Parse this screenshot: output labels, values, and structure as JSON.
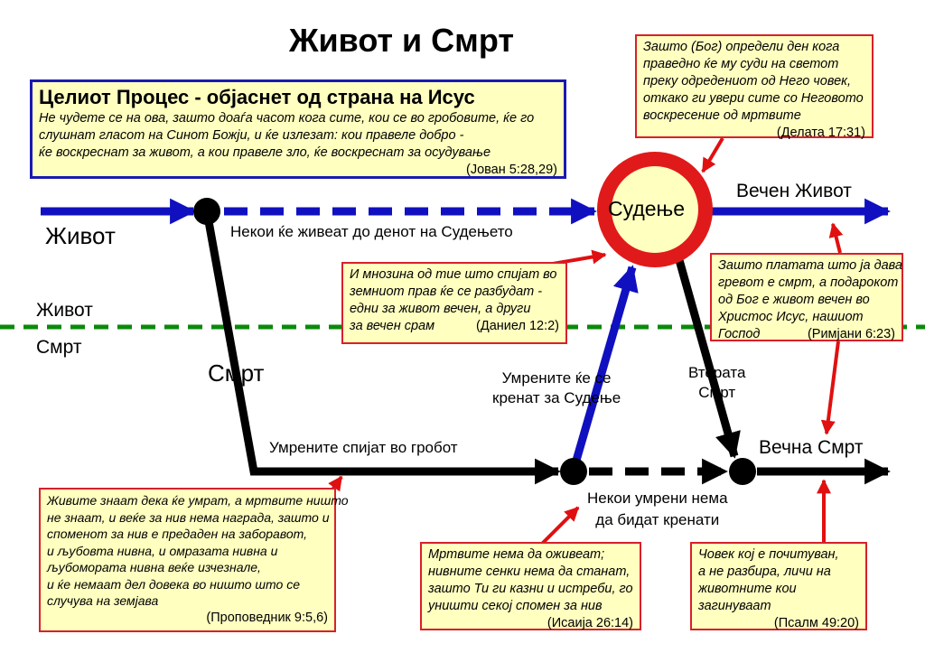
{
  "title": "Живот и Смрт",
  "colors": {
    "life": "#1010c0",
    "death": "#000000",
    "boundary": "#0a8a0a",
    "callout": "#e01010",
    "box_fill": "#ffffc0"
  },
  "main_box": {
    "heading": "Целиот Процес - објаснет од страна на Исус",
    "lines": [
      "Не чудете се на ова, зашто доаѓа часот кога сите, кои се во гробовите, ќе го",
      "слушнат гласот на Синот Божји, и ќе излезат: кои правеле добро -",
      "ќе воскреснат за живот, а кои правеле зло, ќе воскреснат за осудување"
    ],
    "ref": "(Јован 5:28,29)"
  },
  "labels": {
    "life_start": "Живот",
    "survivors": "Некои ќе живеат до денот на Судењето",
    "judgment": "Судење",
    "eternal_life": "Вечен Живот",
    "zone_life": "Живот",
    "zone_death": "Смрт",
    "death": "Смрт",
    "sleeping": "Умрените спијат во гробот",
    "raised": [
      "Умрените ќе се",
      "кренат за Судење"
    ],
    "second_death": [
      "Втората",
      "Смрт"
    ],
    "eternal_death": "Вечна Смрт",
    "not_raised": [
      "Некои умрени нема",
      "да бидат кренати"
    ]
  },
  "callouts": [
    {
      "lines": [
        "Зашто (Бог) определи ден кога",
        "праведно ќе му суди на светот",
        "преку одредениот од Него човек,",
        "откако ги увери сите со Неговото",
        "воскресение од мртвите"
      ],
      "ref": "(Делата 17:31)"
    },
    {
      "lines": [
        "И мнозина од тие што спијат во",
        "земниот прав ќе се разбудат -",
        "едни за живот вечен, а други",
        "за вечен срам"
      ],
      "ref": "(Даниел 12:2)"
    },
    {
      "lines": [
        "Зашто платата што ја дава",
        "гревот е смрт, а подарокот",
        "од Бог е живот вечен во",
        "Христос Исус, нашиот",
        "Господ"
      ],
      "ref": "(Римјани 6:23)"
    },
    {
      "lines": [
        "Живите знаат дека ќе умрат, а мртвите ништо",
        "не знаат, и веќе за нив нема награда, зашто и",
        "споменот за нив е предаден на заборавот,",
        "и љубовта нивна, и омразата нивна и",
        "љубомората нивна веќе изчезнале,",
        "и ќе немаат дел довека во ништо што се",
        "случува на земјава"
      ],
      "ref": "(Проповедник 9:5,6)"
    },
    {
      "lines": [
        "Мртвите нема да оживеат;",
        "нивните сенки нема да станат,",
        "зашто Ти ги казни и истреби, го",
        "уништи секој спомен за нив"
      ],
      "ref": "(Исаија 26:14)"
    },
    {
      "lines": [
        "Човек кој е почитуван,",
        "а не разбира, личи на",
        "животните кои",
        "загинуваат"
      ],
      "ref": "(Псалм 49:20)"
    }
  ]
}
